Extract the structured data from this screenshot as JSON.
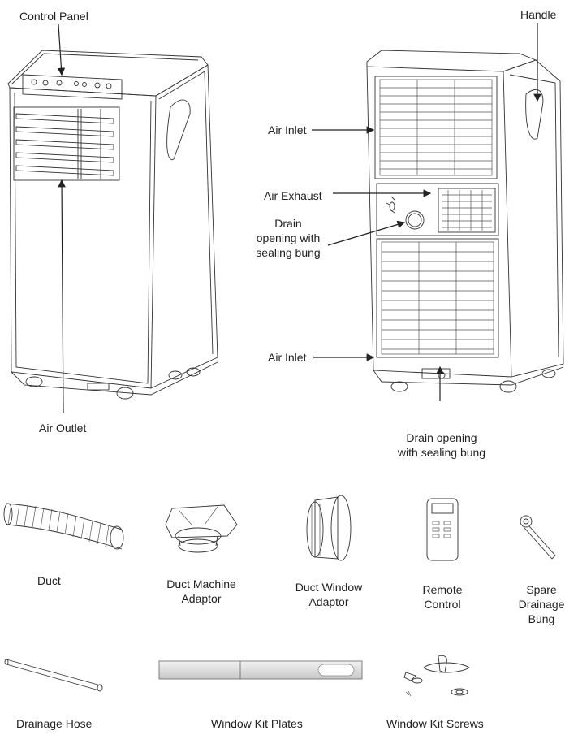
{
  "labels": {
    "control_panel": "Control Panel",
    "handle": "Handle",
    "air_inlet_top": "Air Inlet",
    "air_exhaust": "Air Exhaust",
    "drain_side": [
      "Drain",
      "opening with",
      "sealing bung"
    ],
    "air_inlet_bottom": "Air Inlet",
    "air_outlet": "Air Outlet",
    "drain_bottom": [
      "Drain opening",
      "with sealing bung"
    ]
  },
  "accessories": {
    "duct": "Duct",
    "duct_machine_adaptor": [
      "Duct Machine",
      "Adaptor"
    ],
    "duct_window_adaptor": [
      "Duct Window",
      "Adaptor"
    ],
    "remote_control": [
      "Remote",
      "Control"
    ],
    "spare_drainage_bung": [
      "Spare",
      "Drainage",
      "Bung"
    ],
    "drainage_hose": "Drainage Hose",
    "window_kit_plates": "Window Kit Plates",
    "window_kit_screws": "Window Kit Screws"
  },
  "icons": [
    "front-unit-illustration",
    "back-unit-illustration",
    "duct-icon",
    "duct-machine-adaptor-icon",
    "duct-window-adaptor-icon",
    "remote-control-icon",
    "drainage-bung-icon",
    "drainage-hose-icon",
    "window-kit-plates-icon",
    "window-kit-screws-icon"
  ]
}
